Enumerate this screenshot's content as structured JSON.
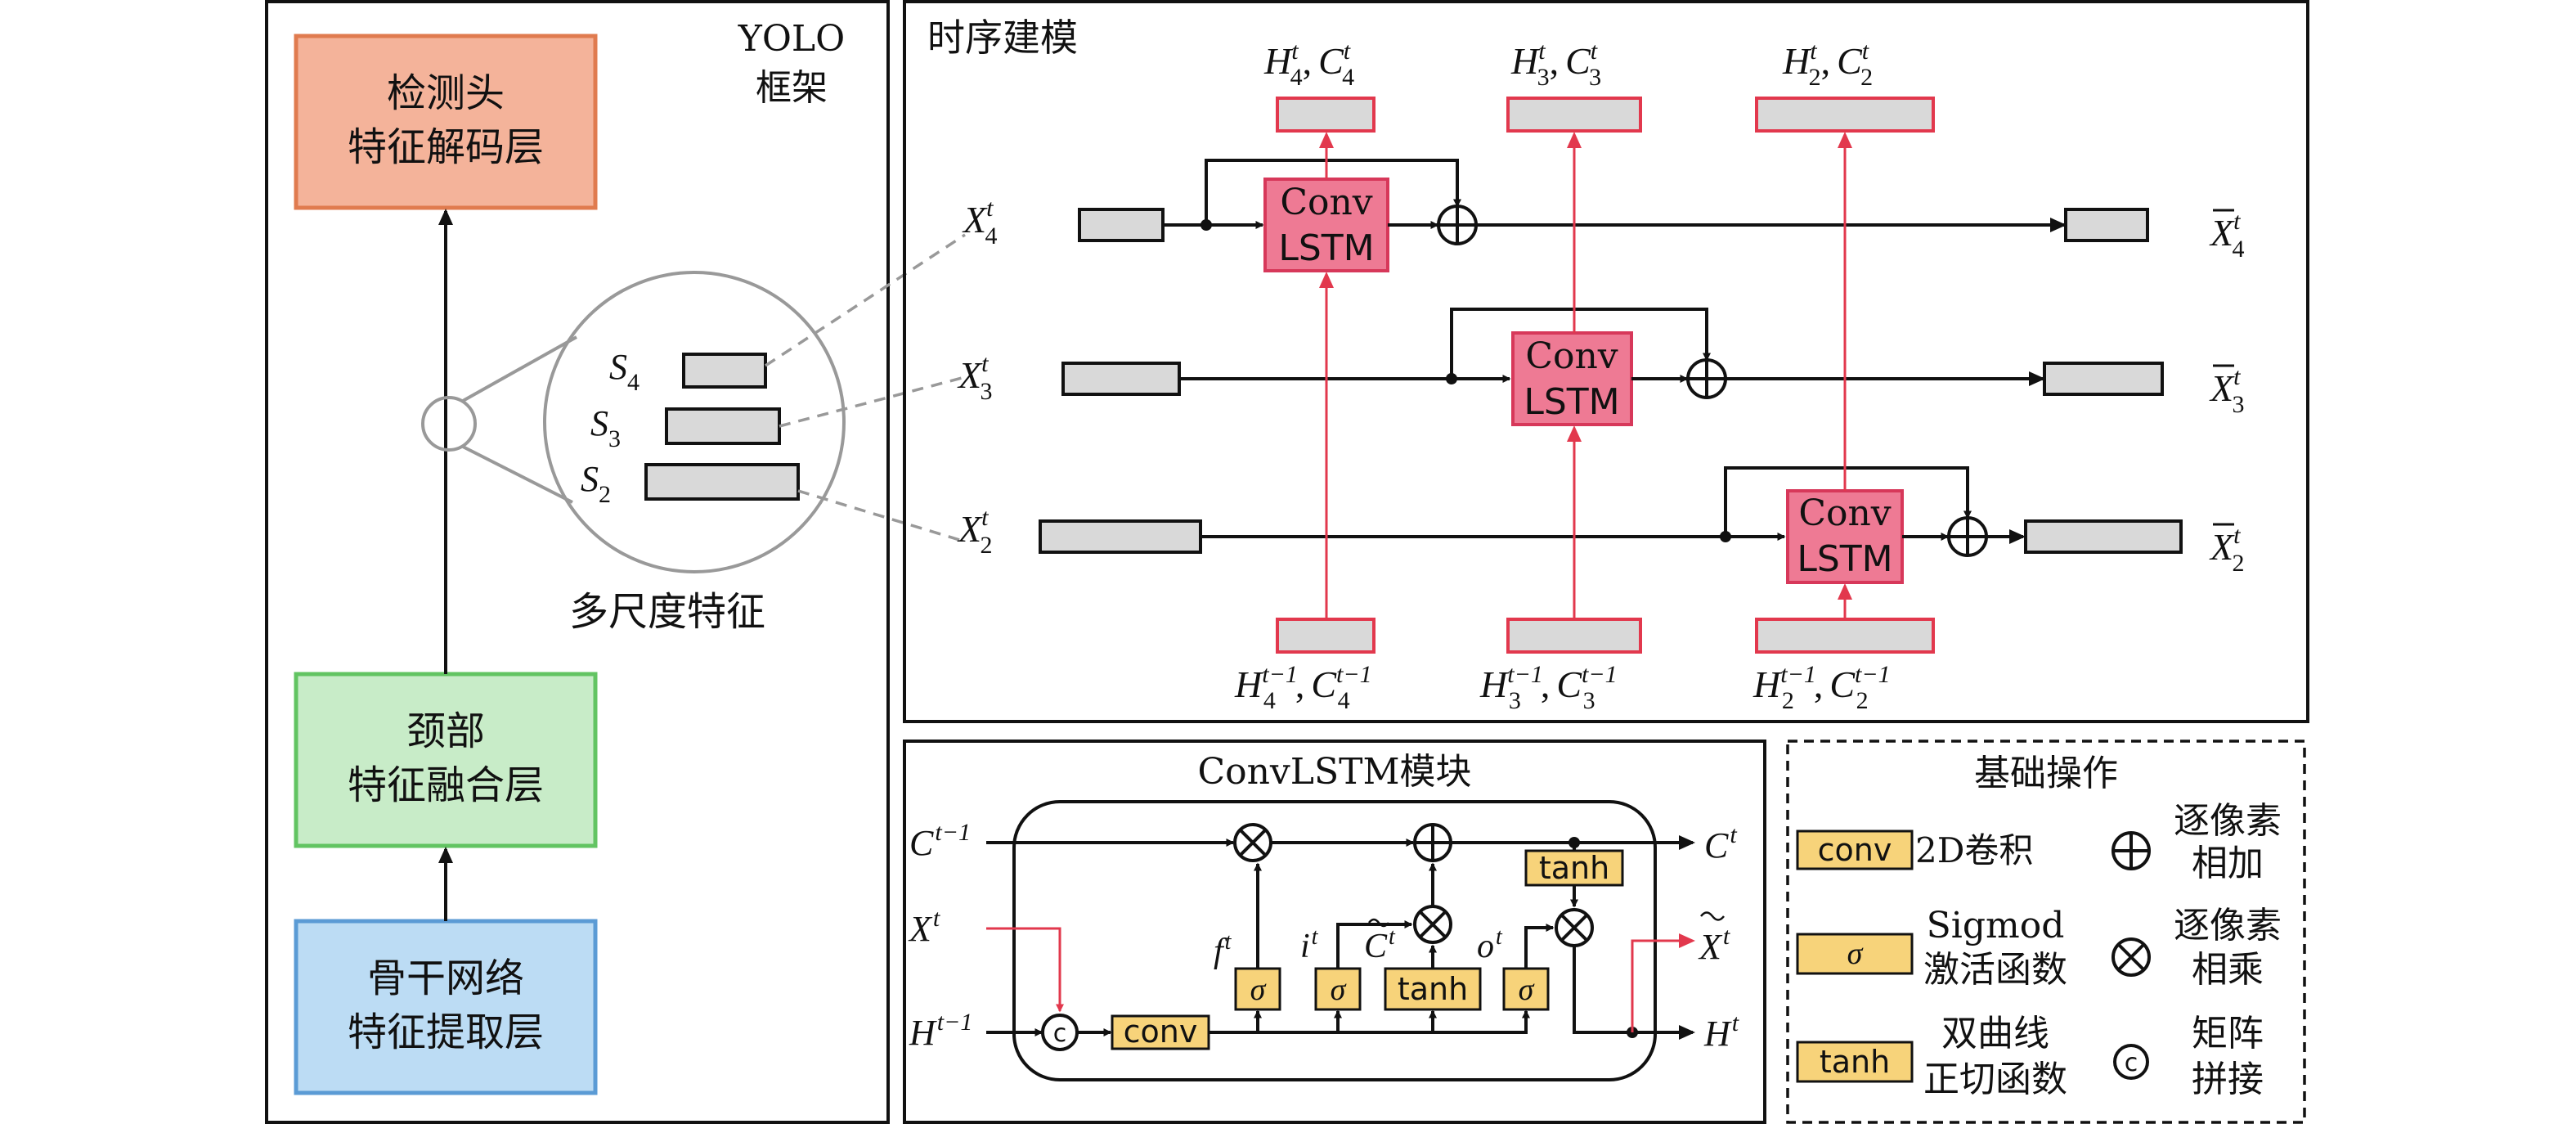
{
  "yolo": {
    "title_line1": "YOLO",
    "title_line2": "框架",
    "head_line1": "检测头",
    "head_line2": "特征解码层",
    "neck_line1": "颈部",
    "neck_line2": "特征融合层",
    "backbone_line1": "骨干网络",
    "backbone_line2": "特征提取层",
    "multiscale_label": "多尺度特征",
    "scale_labels": [
      {
        "base": "S",
        "sub": "4"
      },
      {
        "base": "S",
        "sub": "3"
      },
      {
        "base": "S",
        "sub": "2"
      }
    ]
  },
  "temporal": {
    "title": "时序建模",
    "cell_line1": "Conv",
    "cell_line2": "LSTM",
    "inputs": [
      {
        "base": "X",
        "sub": "4",
        "sup": "t"
      },
      {
        "base": "X",
        "sub": "3",
        "sup": "t"
      },
      {
        "base": "X",
        "sub": "2",
        "sup": "t"
      }
    ],
    "outputs": [
      {
        "base": "X",
        "sub": "4",
        "sup": "t"
      },
      {
        "base": "X",
        "sub": "3",
        "sup": "t"
      },
      {
        "base": "X",
        "sub": "2",
        "sup": "t"
      }
    ],
    "states_out": [
      {
        "h": "H",
        "c": "C",
        "sub": "4",
        "sup": "t"
      },
      {
        "h": "H",
        "c": "C",
        "sub": "3",
        "sup": "t"
      },
      {
        "h": "H",
        "c": "C",
        "sub": "2",
        "sup": "t"
      }
    ],
    "states_in": [
      {
        "h": "H",
        "c": "C",
        "sub": "4",
        "sup": "t−1"
      },
      {
        "h": "H",
        "c": "C",
        "sub": "3",
        "sup": "t−1"
      },
      {
        "h": "H",
        "c": "C",
        "sub": "2",
        "sup": "t−1"
      }
    ],
    "separator": ","
  },
  "convlstm": {
    "title": "ConvLSTM模块",
    "c_prev": {
      "base": "C",
      "sup": "t−1"
    },
    "x_in": {
      "base": "X",
      "sup": "t"
    },
    "h_prev": {
      "base": "H",
      "sup": "t−1"
    },
    "c_out": {
      "base": "C",
      "sup": "t"
    },
    "x_out": {
      "base": "X",
      "sup": "t"
    },
    "h_out": {
      "base": "H",
      "sup": "t"
    },
    "gate_f": {
      "base": "f",
      "sup": "t"
    },
    "gate_i": {
      "base": "i",
      "sup": "t"
    },
    "gate_c": {
      "base": "C",
      "sup": "t"
    },
    "gate_o": {
      "base": "o",
      "sup": "t"
    },
    "conv_label": "conv",
    "sigma": "σ",
    "tanh": "tanh",
    "concat_symbol": "c"
  },
  "legend": {
    "title": "基础操作",
    "conv_box": "conv",
    "conv_desc": "2D卷积",
    "add_line1": "逐像素",
    "add_line2": "相加",
    "sigma_box": "σ",
    "sigma_line1": "Sigmod",
    "sigma_line2": "激活函数",
    "mul_line1": "逐像素",
    "mul_line2": "相乘",
    "tanh_box": "tanh",
    "tanh_line1": "双曲线",
    "tanh_line2": "正切函数",
    "concat_symbol": "c",
    "concat_line1": "矩阵",
    "concat_line2": "拼接"
  },
  "colors": {
    "head_fill": "#f4b39a",
    "head_stroke": "#e07b4f",
    "neck_fill": "#c8ecc8",
    "neck_stroke": "#62c462",
    "backbone_fill": "#bcdcf4",
    "backbone_stroke": "#5b9bd5",
    "cell_fill": "#ee7a94",
    "cell_stroke": "#d7385a",
    "state_fill": "#d9d9d9",
    "state_stroke": "#e2384d",
    "red_arrow": "#e2384d",
    "op_fill": "#f7d37a",
    "feature_fill": "#d9d9d9"
  }
}
